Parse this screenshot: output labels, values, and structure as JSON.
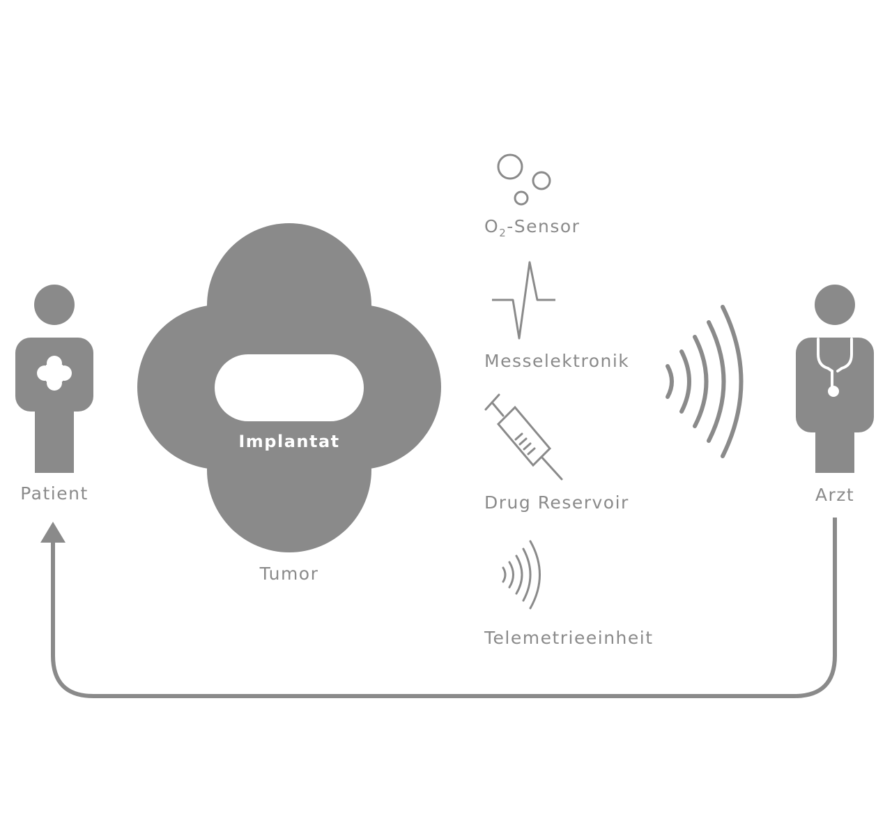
{
  "labels": {
    "patient": "Patient",
    "implantat": "Implantat",
    "tumor": "Tumor",
    "o2_sensor_main": "O",
    "o2_sensor_sub": "2",
    "o2_sensor_rest": "-Sensor",
    "messelektronik": "Messelektronik",
    "drug_reservoir": "Drug Reservoir",
    "telemetrieeinheit": "Telemetrieeinheit",
    "arzt": "Arzt"
  },
  "icons": {
    "patient": "person-icon",
    "tumor": "tumor-icon",
    "implant": "implant-icon",
    "o2_sensor": "bubbles-icon",
    "messelektronik": "waveform-icon",
    "drug_reservoir": "syringe-icon",
    "telemetrie": "signal-waves-icon",
    "transmission": "signal-waves-icon",
    "arzt": "doctor-icon",
    "feedback": "arrow-icon"
  },
  "colors": {
    "shape": "#8a8a8a",
    "label": "#8a8a8a",
    "background": "#ffffff",
    "implant_fill": "#ffffff"
  }
}
